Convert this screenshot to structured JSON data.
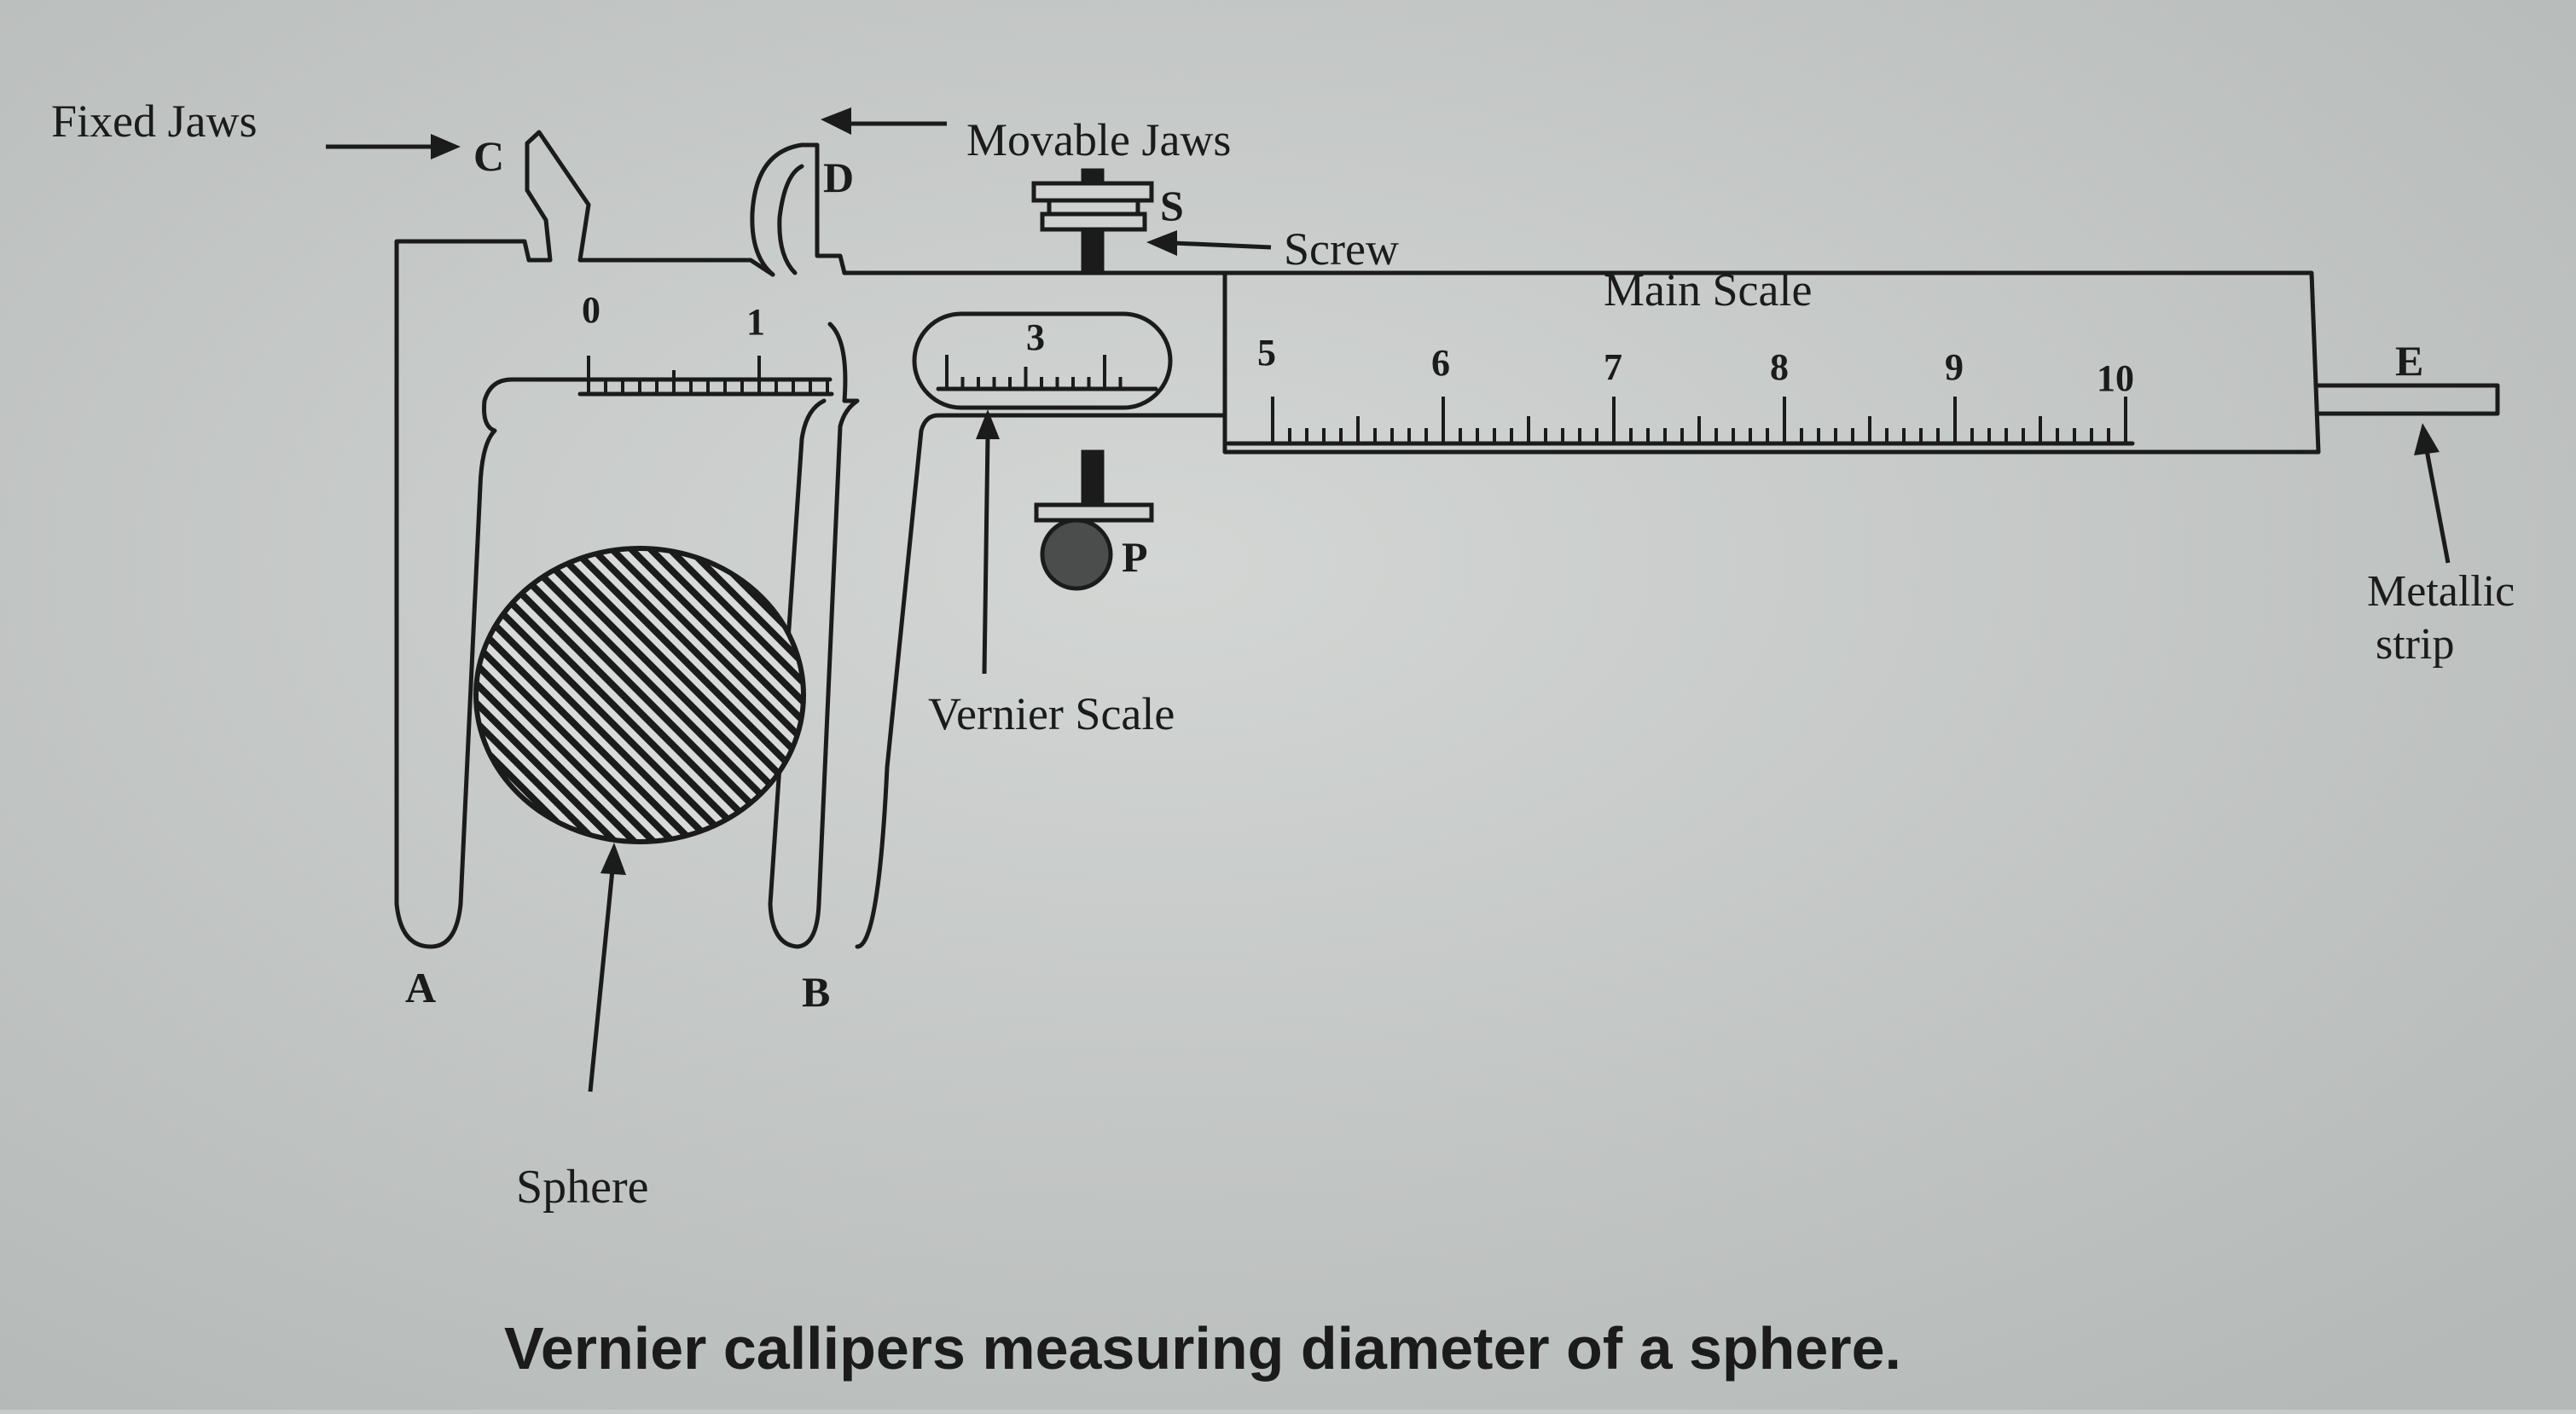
{
  "labels": {
    "fixed_jaws": "Fixed Jaws",
    "movable_jaws": "Movable Jaws",
    "screw": "Screw",
    "main_scale": "Main Scale",
    "vernier_scale": "Vernier Scale",
    "metallic_strip": [
      "Metallic",
      "strip"
    ],
    "sphere": "Sphere"
  },
  "letters": {
    "a": "A",
    "b": "B",
    "c": "C",
    "d": "D",
    "e": "E",
    "p": "P",
    "s": "S"
  },
  "main_scale_numbers": [
    "0",
    "1",
    "5",
    "6",
    "7",
    "8",
    "9",
    "10"
  ],
  "vernier_number": "3",
  "caption": "Vernier callipers measuring diameter of a sphere.",
  "colors": {
    "paper": "#c6cac8",
    "ink": "#1b1b1b"
  }
}
